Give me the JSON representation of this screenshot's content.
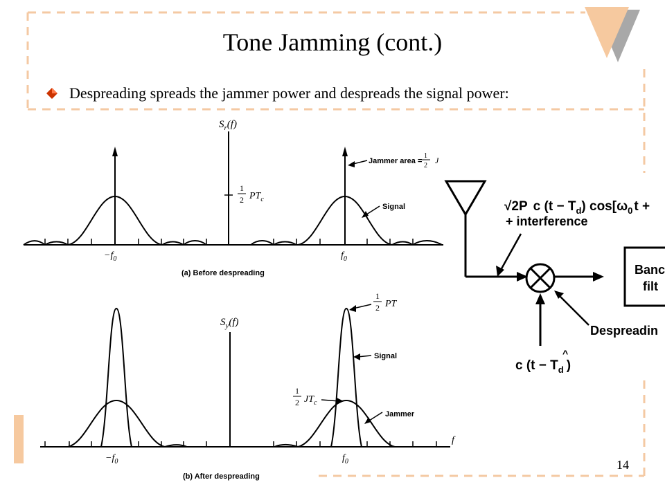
{
  "slide": {
    "title": "Tone Jamming (cont.)",
    "bullet_text": "Despreading spreads the jammer power and despreads the signal power:",
    "page_number": "14"
  },
  "colors": {
    "accent": "#f6c99f",
    "accent_dark": "#a0a0a0",
    "bullet": "#cc3300",
    "ink": "#000000"
  },
  "figure_a": {
    "axis_label_S": "S",
    "axis_label_sub": "r",
    "axis_label_f": "(f)",
    "neg_f0_prefix": "−",
    "neg_f0_base": "f",
    "neg_f0_sub": "0",
    "pos_f0_base": "f",
    "pos_f0_sub": "0",
    "jammer_area_label": "Jammer area =",
    "jammer_area_num": "1",
    "jammer_area_den": "2",
    "jammer_area_tail": "J",
    "ptc_num": "1",
    "ptc_den": "2",
    "ptc_text": "PT",
    "ptc_sub": "c",
    "signal_label": "Signal",
    "caption": "(a)   Before despreading"
  },
  "figure_b": {
    "axis_label_S": "S",
    "axis_label_sub": "y",
    "axis_label_f": "(f)",
    "neg_f0_prefix": "−",
    "neg_f0_base": "f",
    "neg_f0_sub": "0",
    "pos_f0_base": "f",
    "pos_f0_sub": "0",
    "pt_num": "1",
    "pt_den": "2",
    "pt_text": "PT",
    "signal_label": "Signal",
    "jtc_num": "1",
    "jtc_den": "2",
    "jtc_text": "JT",
    "jtc_sub": "c",
    "jammer_label": "Jammer",
    "f_axis": "f",
    "caption": "(b)   After despreading"
  },
  "block_diagram": {
    "input_expr_a": "√2P",
    "input_expr_b": "c (t − T",
    "input_expr_b_sub": "d",
    "input_expr_c": ") cos[ω",
    "input_expr_c_sub": "0",
    "input_expr_d": "t +",
    "interference": "+ interference",
    "filter_line1": "Banc",
    "filter_line2": "filt",
    "despreading": "Despreadin",
    "code_expr": "c (t − T",
    "code_sub": "d",
    "code_close": ")",
    "code_hat": "^"
  }
}
